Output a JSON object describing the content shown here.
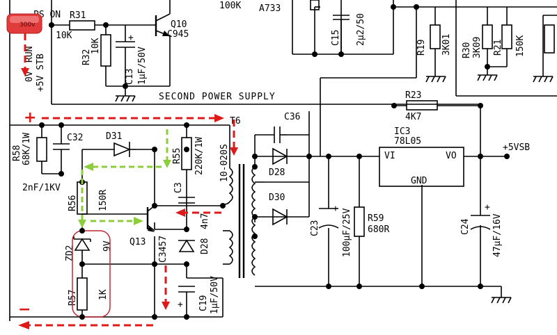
{
  "header": {
    "title": "SECOND POWER SUPPLY"
  },
  "top_fragments": {
    "resistor_partial": "100K",
    "transistor_partial": "A733",
    "ps_on": "PS ON",
    "run": "RUN",
    "voltage_0v": "0V",
    "stb": "+5V STB"
  },
  "badge": {
    "text": "300v",
    "color": "#e23b3b"
  },
  "components": {
    "r31": "R31",
    "r31_val": "10K",
    "r32": "R32",
    "r32_val": "10K",
    "c13": "C13",
    "c13_val": "1µF/50V",
    "q10": "Q10",
    "q10_type": "C945",
    "c15": "C15",
    "c15_val": "2µ2/50",
    "r19": "R19",
    "r19_val": "3K01",
    "r30": "R30",
    "r30_val": "3K09",
    "r21": "R21",
    "r21_val": "150K",
    "r23": "R23",
    "r23_val": "4K7",
    "c36": "C36",
    "ic3": "IC3",
    "ic3_type": "78L05",
    "ic3_vi": "VI",
    "ic3_vo": "VO",
    "ic3_gnd": "GND",
    "out_label": "+5VSB",
    "r58": "R58",
    "r58_val": "68K/1W",
    "c32": "C32",
    "c32_val": "2nF/1KV",
    "d31": "D31",
    "r55": "R55",
    "r55_val": "220K/1W",
    "t6": "T6",
    "t6_val": "10-020S",
    "d28_top": "D28",
    "d30": "D30",
    "r56": "R56",
    "r56_val": "150R",
    "c3": "C3",
    "c3_val": "4n7",
    "c23": "C23",
    "c23_val": "100µF/25V",
    "r59": "R59",
    "r59_val": "680R",
    "c24": "C24",
    "c24_val": "47µF/16V",
    "q13": "Q13",
    "q13_type": "C3457",
    "zd2": "ZD2",
    "zd2_val": "9V",
    "d28_low": "D28",
    "r57": "R57",
    "r57_val": "1K",
    "c19": "C19",
    "c19_val": "1µF/50V"
  },
  "polarity": {
    "plus": "+",
    "minus": "−"
  },
  "colors": {
    "current_path": "#e01818",
    "feedback_path": "#8ccd3c",
    "highlight_box": "#c0282e"
  }
}
